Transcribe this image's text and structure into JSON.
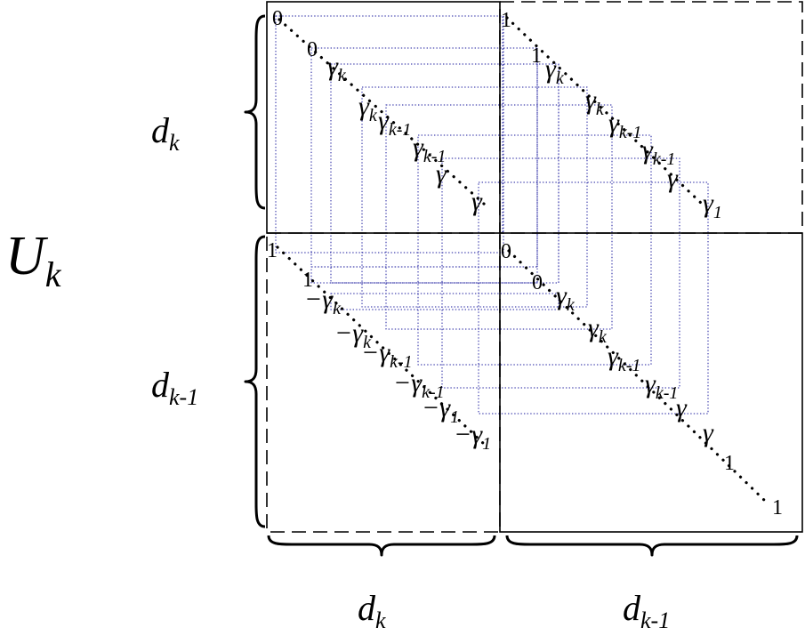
{
  "matrix_label": {
    "base": "U",
    "sub": "k"
  },
  "row_labels": [
    {
      "base": "d",
      "sub": "k"
    },
    {
      "base": "d",
      "sub": "k-1"
    }
  ],
  "col_labels": [
    {
      "base": "d",
      "sub": "k"
    },
    {
      "base": "d",
      "sub": "k-1"
    }
  ],
  "entries": {
    "top_left": [
      {
        "base": "0",
        "sub": ""
      },
      {
        "base": "0",
        "sub": ""
      },
      {
        "base": "γ",
        "sub": "k"
      },
      {
        "base": "γ",
        "sub": "k"
      },
      {
        "base": "γ",
        "sub": "k-1"
      },
      {
        "base": "γ",
        "sub": "k-1"
      },
      {
        "base": "γ",
        "sub": ""
      },
      {
        "base": "γ",
        "sub": ""
      }
    ],
    "top_right": [
      {
        "base": "1",
        "sub": ""
      },
      {
        "base": "1",
        "sub": ""
      },
      {
        "base": "γ",
        "sub": "k"
      },
      {
        "base": "γ",
        "sub": "k"
      },
      {
        "base": "γ",
        "sub": "k-1"
      },
      {
        "base": "γ",
        "sub": "k-1"
      },
      {
        "base": "γ",
        "sub": ""
      },
      {
        "base": "γ",
        "sub": "1"
      }
    ],
    "bottom_left": [
      {
        "base": "1",
        "sub": ""
      },
      {
        "base": "1",
        "sub": ""
      },
      {
        "base": "−γ",
        "sub": "k"
      },
      {
        "base": "−γ",
        "sub": "k"
      },
      {
        "base": "−γ",
        "sub": "k-1"
      },
      {
        "base": "−γ",
        "sub": "k-1"
      },
      {
        "base": "−γ",
        "sub": "1"
      },
      {
        "base": "−γ",
        "sub": "1"
      }
    ],
    "bottom_right": [
      {
        "base": "0",
        "sub": ""
      },
      {
        "base": "0",
        "sub": ""
      },
      {
        "base": "γ",
        "sub": "k"
      },
      {
        "base": "γ",
        "sub": "k"
      },
      {
        "base": "γ",
        "sub": "k-1"
      },
      {
        "base": "γ",
        "sub": "k-1"
      },
      {
        "base": "γ",
        "sub": ""
      },
      {
        "base": "γ",
        "sub": ""
      },
      {
        "base": "1",
        "sub": ""
      },
      {
        "base": "1",
        "sub": ""
      }
    ]
  },
  "colors": {
    "ink": "#000000",
    "guide": "#1a1a9e"
  }
}
